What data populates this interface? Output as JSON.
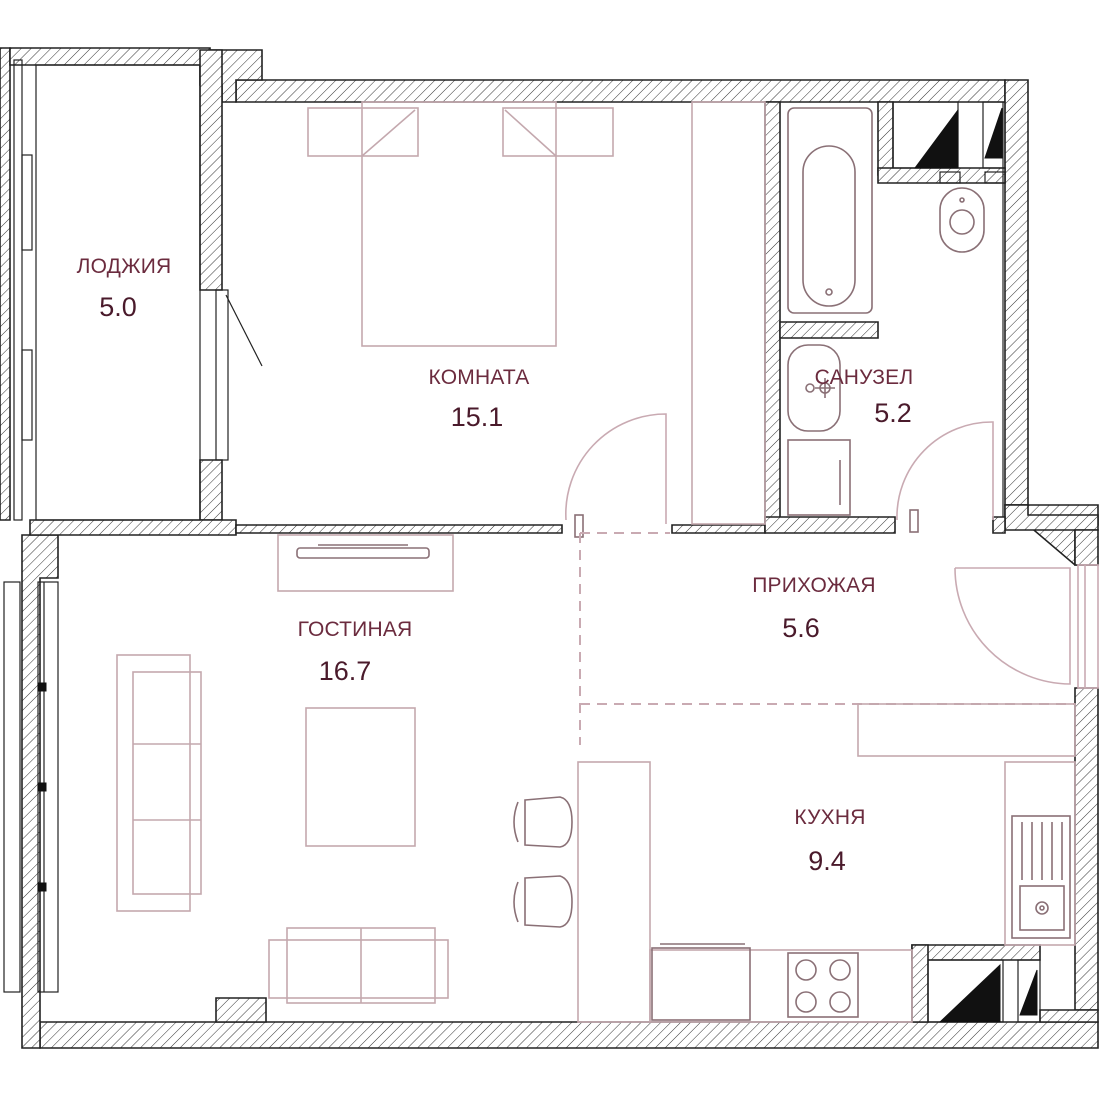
{
  "rooms": {
    "loggia": {
      "name": "ЛОДЖИЯ",
      "area": "5.0"
    },
    "bedroom": {
      "name": "КОМНАТА",
      "area": "15.1"
    },
    "bathroom": {
      "name": "САНУЗЕЛ",
      "area": "5.2"
    },
    "hallway": {
      "name": "ПРИХОЖАЯ",
      "area": "5.6"
    },
    "living": {
      "name": "ГОСТИНАЯ",
      "area": "16.7"
    },
    "kitchen": {
      "name": "КУХНЯ",
      "area": "9.4"
    }
  },
  "colors": {
    "label": "#6b2b3e",
    "area": "#4a1a2b",
    "furniture": "#c4a8ae",
    "wall": "#222222"
  }
}
